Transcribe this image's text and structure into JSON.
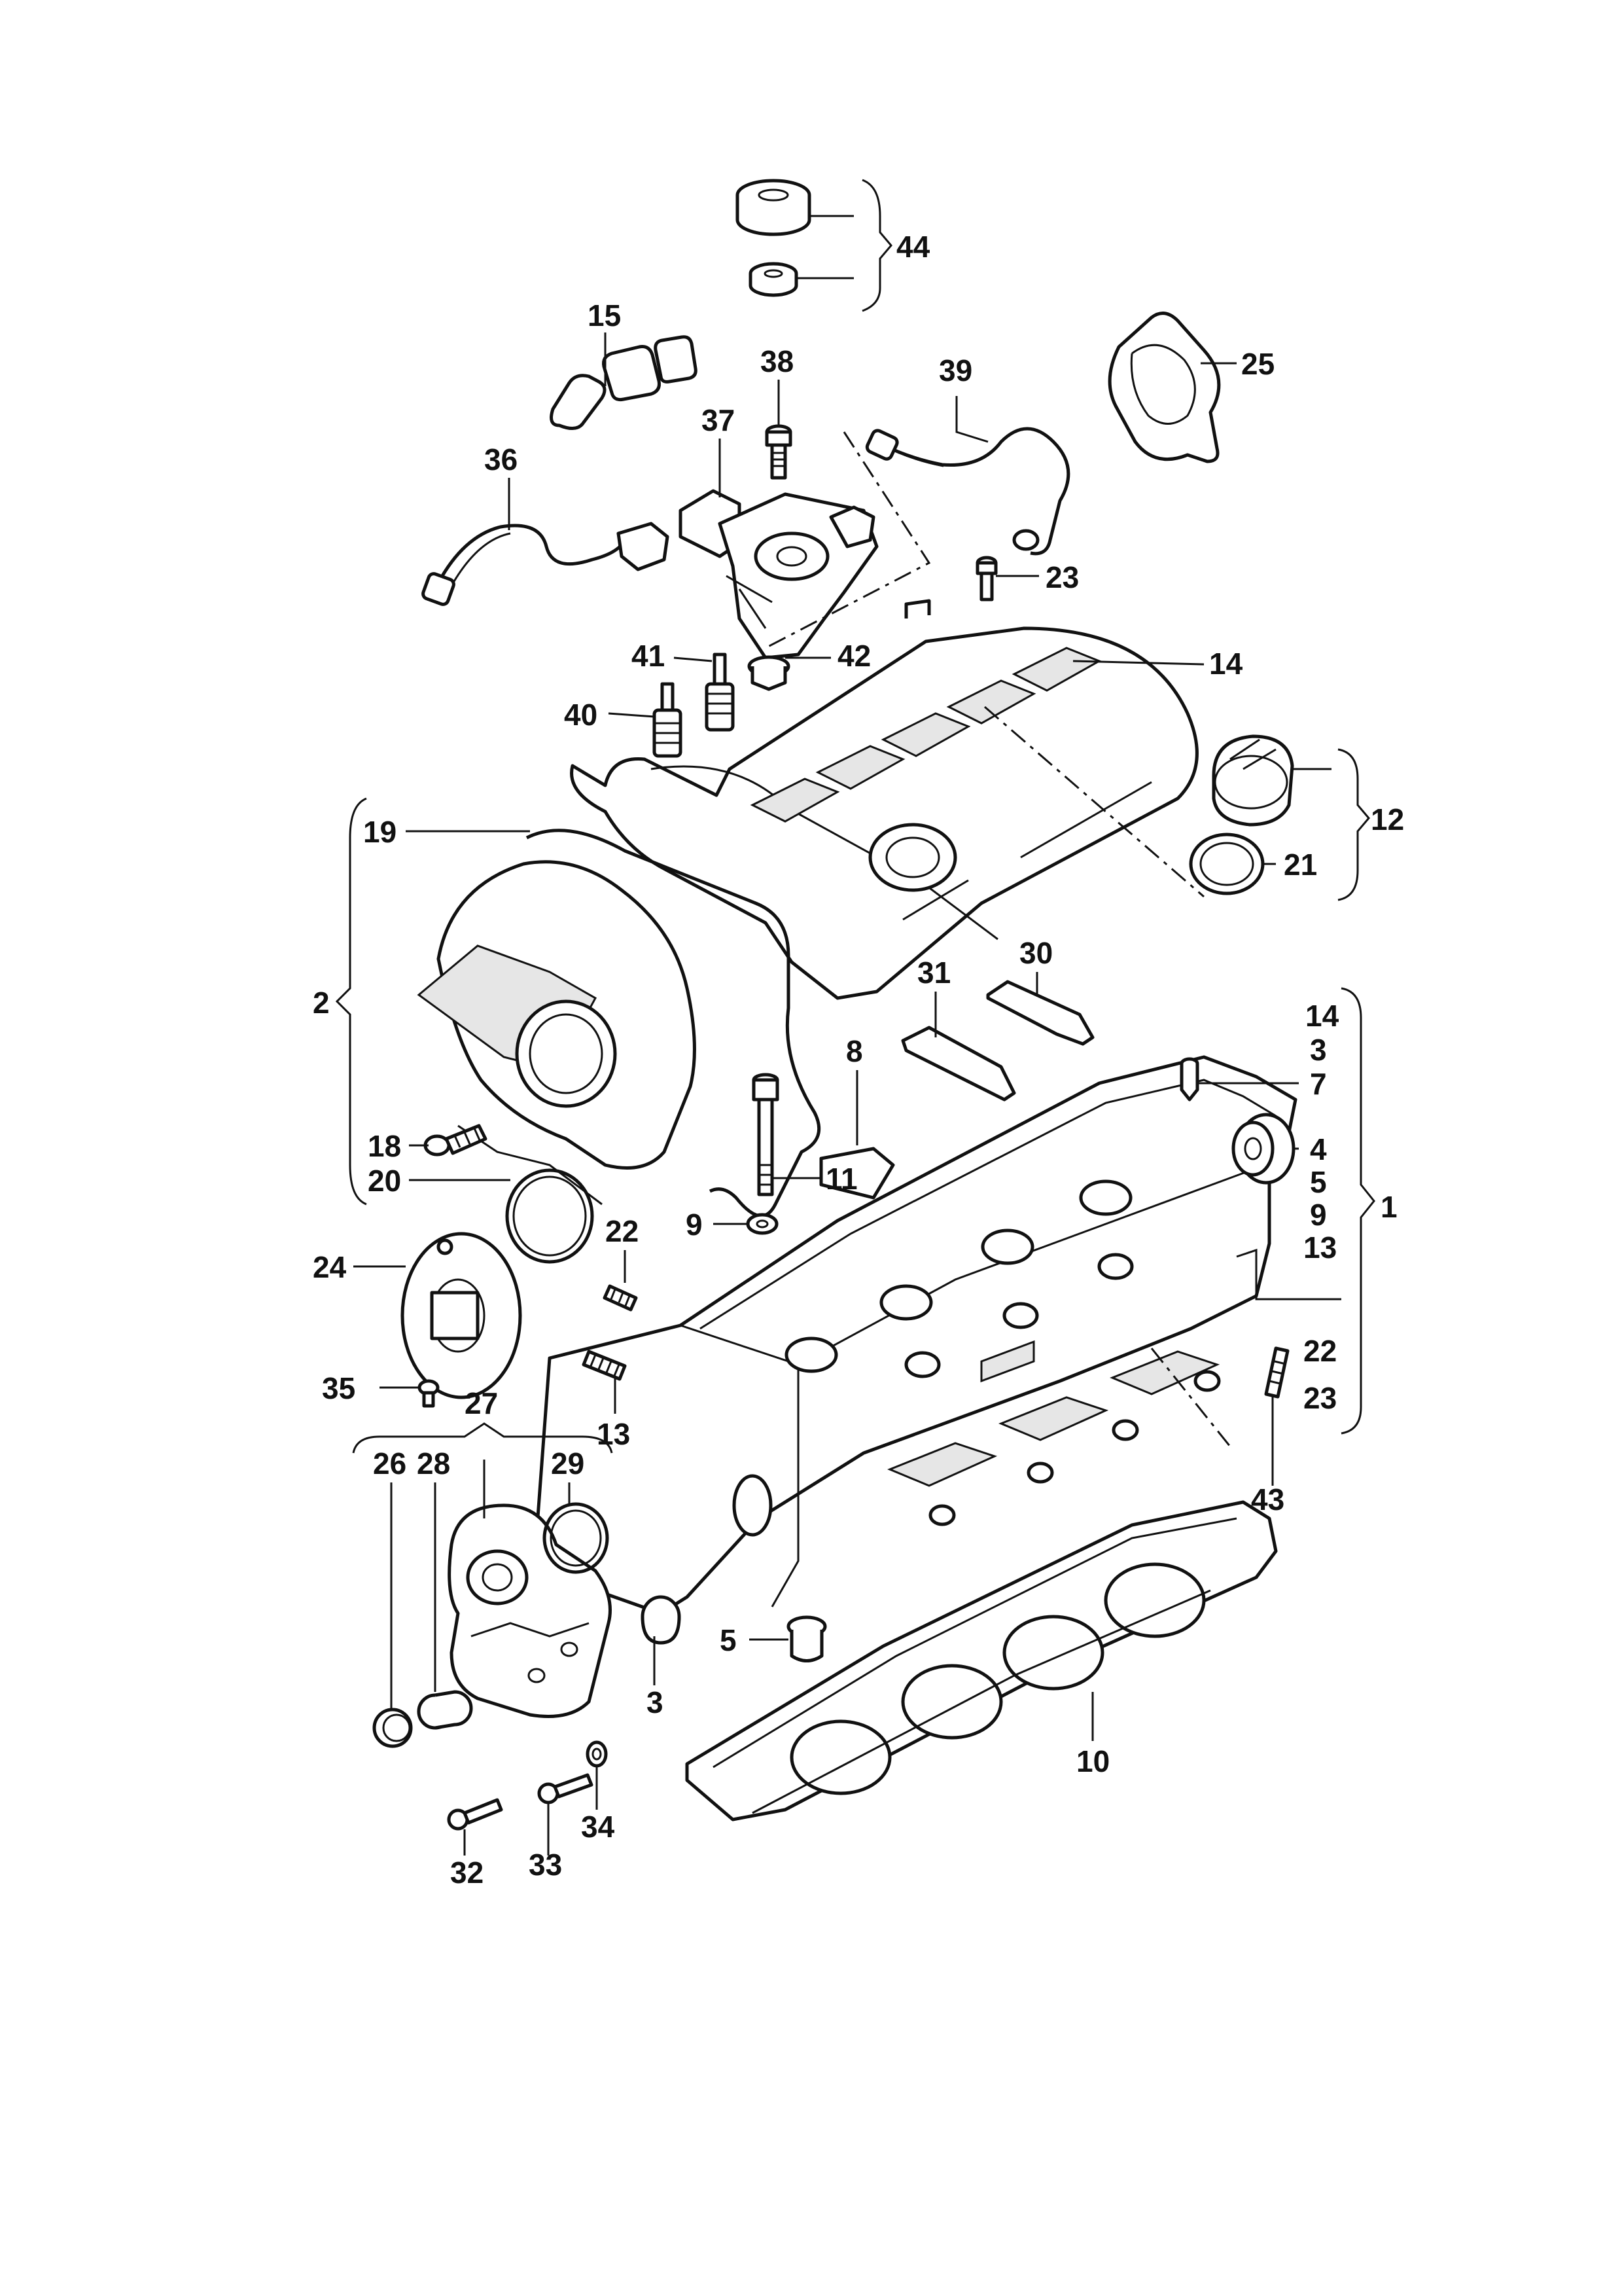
{
  "labels": {
    "l44": "44",
    "l15": "15",
    "l38": "38",
    "l39": "39",
    "l25": "25",
    "l37": "37",
    "l36": "36",
    "l23a": "23",
    "l41": "41",
    "l42": "42",
    "l14a": "14",
    "l40": "40",
    "l19": "19",
    "l12": "12",
    "l21": "21",
    "l31": "31",
    "l30": "30",
    "l2": "2",
    "l14b": "14",
    "l3a": "3",
    "l7": "7",
    "l8": "8",
    "l4": "4",
    "l5a": "5",
    "l18": "18",
    "l11": "11",
    "l9a": "9",
    "l20": "20",
    "l9b": "9",
    "l22a": "22",
    "l13a": "13",
    "l1": "1",
    "l24": "24",
    "l35": "35",
    "l27": "27",
    "l13b": "13",
    "l22b": "22",
    "l23b": "23",
    "l26": "26",
    "l28": "28",
    "l29": "29",
    "l43": "43",
    "l5b": "5",
    "l3b": "3",
    "l10": "10",
    "l32": "32",
    "l33": "33",
    "l34": "34"
  }
}
